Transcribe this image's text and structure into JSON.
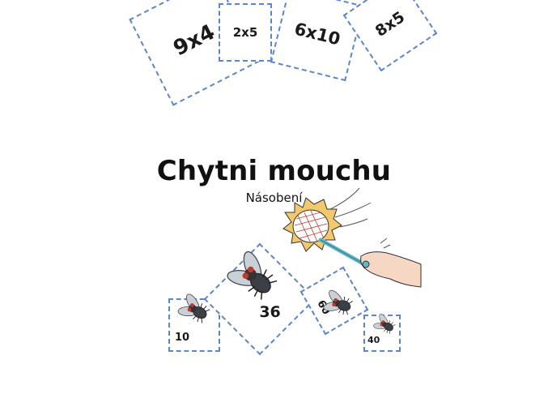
{
  "title": "Chytni mouchu",
  "subtitle": "Násobení",
  "top_cards": [
    "9x4",
    "2x5",
    "6x10",
    "8x5"
  ],
  "fly_cards": [
    "10",
    "36",
    "60",
    "40"
  ],
  "colors": {
    "card_border": "#5b86c8",
    "swatter_burst": "#f3c96b",
    "swatter_handle": "#5fb7c9",
    "text": "#111111"
  },
  "icons": [
    "fly-icon",
    "fly-swatter-icon",
    "hand-icon"
  ]
}
